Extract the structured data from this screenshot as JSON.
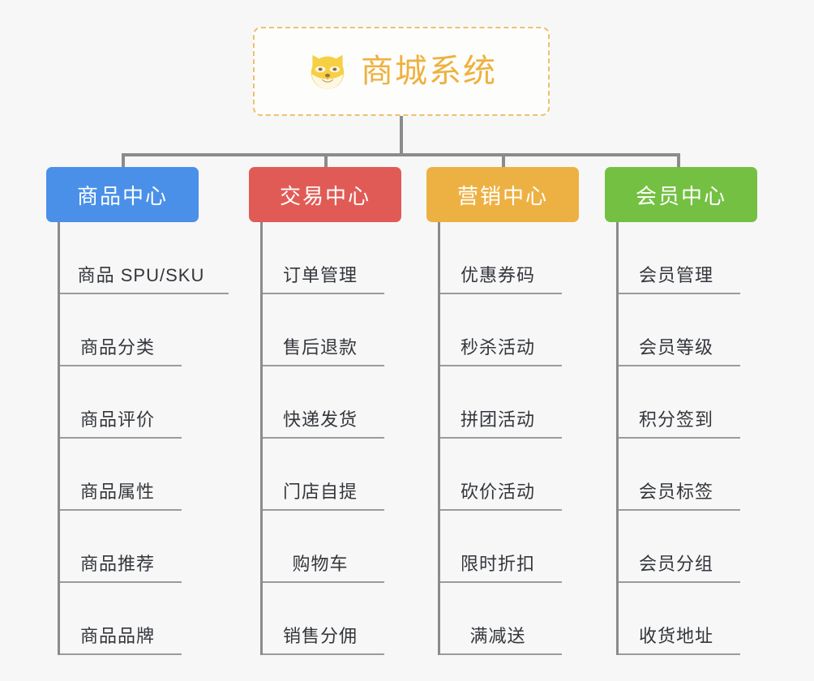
{
  "root": {
    "title": "商城系统",
    "icon": "shiba-dog-face-icon",
    "border_color": "#eec071",
    "text_color": "#eeb13f"
  },
  "canvas": {
    "background_color": "#f7f7f7",
    "connector_color": "#8b8b8b"
  },
  "columns": [
    {
      "title": "商品中心",
      "color": "#4a90e8",
      "items": [
        {
          "label": "商品 SPU/SKU",
          "width": "wide"
        },
        {
          "label": "商品分类",
          "width": "narrow"
        },
        {
          "label": "商品评价",
          "width": "narrow"
        },
        {
          "label": "商品属性",
          "width": "narrow"
        },
        {
          "label": "商品推荐",
          "width": "narrow"
        },
        {
          "label": "商品品牌",
          "width": "narrow"
        }
      ]
    },
    {
      "title": "交易中心",
      "color": "#e15b56",
      "items": [
        {
          "label": "订单管理",
          "width": "narrow"
        },
        {
          "label": "售后退款",
          "width": "narrow"
        },
        {
          "label": "快递发货",
          "width": "narrow"
        },
        {
          "label": "门店自提",
          "width": "narrow"
        },
        {
          "label": "购物车",
          "width": "narrow"
        },
        {
          "label": "销售分佣",
          "width": "narrow"
        }
      ]
    },
    {
      "title": "营销中心",
      "color": "#edb143",
      "items": [
        {
          "label": "优惠券码",
          "width": "narrow"
        },
        {
          "label": "秒杀活动",
          "width": "narrow"
        },
        {
          "label": "拼团活动",
          "width": "narrow"
        },
        {
          "label": "砍价活动",
          "width": "narrow"
        },
        {
          "label": "限时折扣",
          "width": "narrow"
        },
        {
          "label": "满减送",
          "width": "narrow"
        }
      ]
    },
    {
      "title": "会员中心",
      "color": "#74c042",
      "items": [
        {
          "label": "会员管理",
          "width": "narrow"
        },
        {
          "label": "会员等级",
          "width": "narrow"
        },
        {
          "label": "积分签到",
          "width": "narrow"
        },
        {
          "label": "会员标签",
          "width": "narrow"
        },
        {
          "label": "会员分组",
          "width": "narrow"
        },
        {
          "label": "收货地址",
          "width": "narrow"
        }
      ]
    }
  ]
}
